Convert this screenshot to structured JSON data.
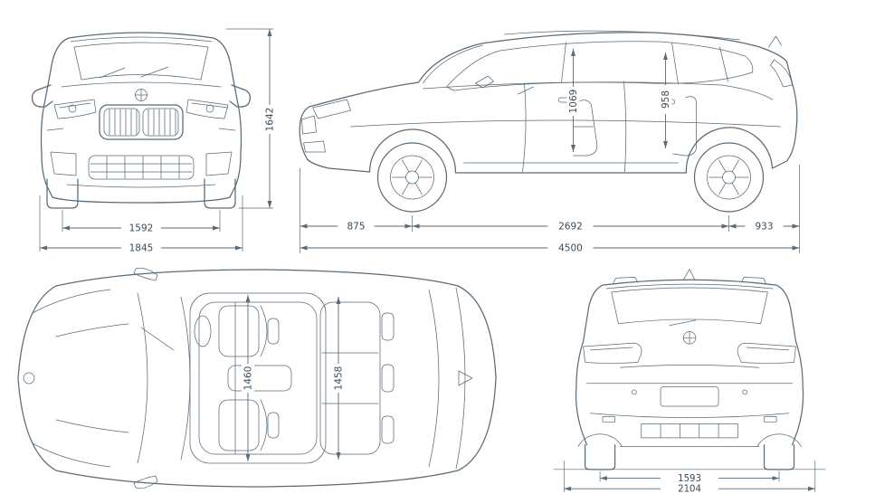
{
  "diagram": {
    "type": "vehicle-dimension-blueprint",
    "line_color": "#5a6a76",
    "text_color": "#3d4b55",
    "views": {
      "front": {
        "label": "front-view",
        "height_mm": "1642",
        "track_mm": "1592",
        "width_mm": "1845"
      },
      "side": {
        "label": "side-view",
        "front_overhang_mm": "875",
        "wheelbase_mm": "2692",
        "rear_overhang_mm": "933",
        "length_mm": "4500",
        "front_interior_height_mm": "1069",
        "rear_interior_height_mm": "958"
      },
      "top": {
        "label": "top-view",
        "front_interior_width_mm": "1460",
        "rear_interior_width_mm": "1458"
      },
      "rear": {
        "label": "rear-view",
        "track_mm": "1593",
        "width_mm": "2104"
      }
    }
  }
}
